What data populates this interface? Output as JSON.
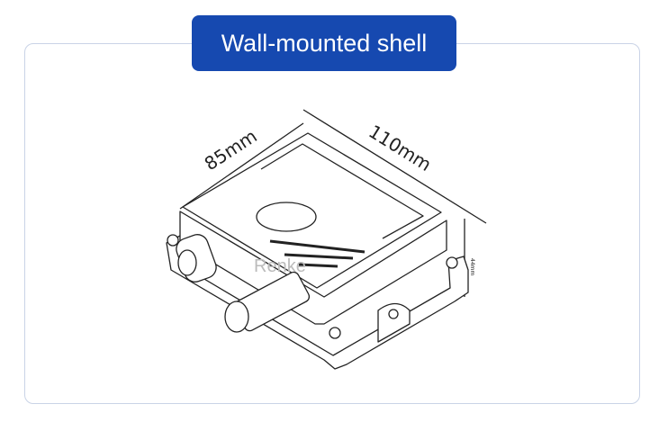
{
  "title": "Wall-mounted shell",
  "dimensions": {
    "width": "85mm",
    "length": "110mm",
    "height": "44mm"
  },
  "watermark": "Renke",
  "colors": {
    "badge": "#1649b0",
    "border": "#c9d3e6",
    "line": "#222222"
  }
}
